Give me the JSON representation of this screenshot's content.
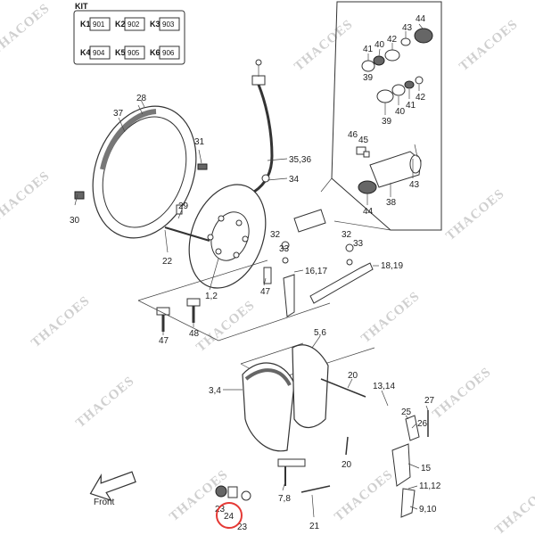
{
  "kit": {
    "title": "KIT",
    "items": [
      {
        "label": "K1",
        "code": "901"
      },
      {
        "label": "K2",
        "code": "902"
      },
      {
        "label": "K3",
        "code": "903"
      },
      {
        "label": "K4",
        "code": "904"
      },
      {
        "label": "K5",
        "code": "905"
      },
      {
        "label": "K6",
        "code": "906"
      }
    ]
  },
  "watermark": "THACOES",
  "front_label": "Front",
  "highlight": {
    "label": "24",
    "color": "#e53935"
  },
  "callouts": {
    "p28": "28",
    "p37": "37",
    "p31": "31",
    "p30": "30",
    "p29": "29",
    "p22": "22",
    "p35_36": "35,36",
    "p34": "34",
    "p32a": "32",
    "p33a": "33",
    "p32b": "32",
    "p33b": "33",
    "p16_17": "16,17",
    "p18_19": "18,19",
    "p47a": "47",
    "p1_2": "1,2",
    "p47b": "47",
    "p48": "48",
    "p44a": "44",
    "p43a": "43",
    "p42a": "42",
    "p41a": "41",
    "p40a": "40",
    "p39a": "39",
    "p39b": "39",
    "p40b": "40",
    "p41b": "41",
    "p42b": "42",
    "p46": "46",
    "p45": "45",
    "p43b": "43",
    "p38": "38",
    "p44b": "44",
    "p5_6": "5,6",
    "p3_4": "3,4",
    "p20a": "20",
    "p13_14": "13,14",
    "p25": "25",
    "p26": "26",
    "p27": "27",
    "p20b": "20",
    "p15": "15",
    "p11_12": "11,12",
    "p9_10": "9,10",
    "p7_8": "7,8",
    "p21": "21",
    "p23a": "23",
    "p23b": "23"
  }
}
